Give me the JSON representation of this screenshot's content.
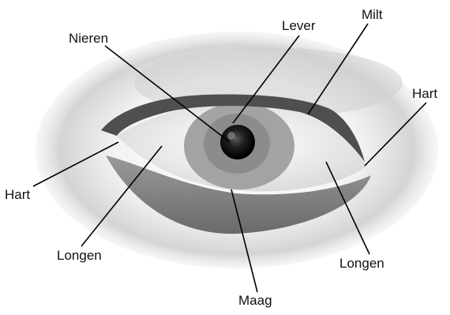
{
  "labels": {
    "nieren": "Nieren",
    "lever": "Lever",
    "milt": "Milt",
    "hart_right": "Hart",
    "hart_left": "Hart",
    "longen_left": "Longen",
    "longen_right": "Longen",
    "maag": "Maag"
  },
  "colors": {
    "skin_shadow": "#dcdcdc",
    "upper_lid": "#555555",
    "lower_lid": "#8a8a8a",
    "sclera": "#f2f2f2",
    "iris": "#9a9a9a",
    "pupil": "#111111",
    "leader_line": "#000000"
  }
}
